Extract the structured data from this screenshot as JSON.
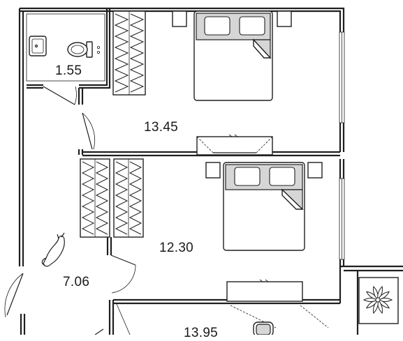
{
  "rooms": {
    "bathroom": {
      "area": "1.55"
    },
    "bedroom_1": {
      "area": "13.45"
    },
    "bedroom_2": {
      "area": "12.30"
    },
    "hallway": {
      "area": "7.06"
    },
    "living": {
      "area": "13.95"
    }
  },
  "icons": {
    "bathroom": [
      "sink-icon",
      "toilet-icon"
    ],
    "bedrooms": [
      "double-bed-icon",
      "wardrobe-icon",
      "dresser-icon"
    ],
    "hallway": [
      "cat-icon"
    ],
    "balcony": [
      "plant-icon"
    ],
    "living": [
      "chair-icon"
    ]
  }
}
